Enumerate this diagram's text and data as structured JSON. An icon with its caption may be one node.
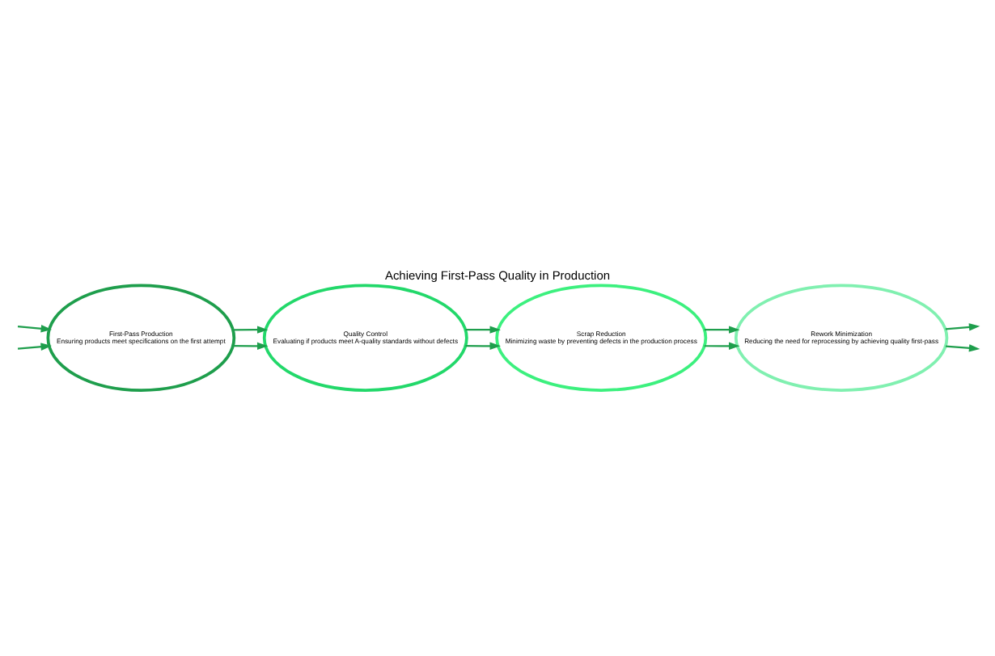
{
  "diagram": {
    "title": "Achieving First-Pass Quality in Production",
    "nodes": [
      {
        "text": [
          "First-Pass Production",
          "Ensuring products meet specifications on the first attempt"
        ]
      },
      {
        "text": [
          "Quality Control",
          "Evaluating if products meet A-quality standards without defects"
        ]
      },
      {
        "text": [
          "Scrap Reduction",
          "Minimizing waste by preventing defects in the production process"
        ]
      },
      {
        "text": [
          "Rework Minimization",
          "Reducing the need for reprocessing by achieving quality first-pass"
        ]
      }
    ],
    "edges": [
      {
        "from": null,
        "to": 0,
        "arrow": "to"
      },
      {
        "from": null,
        "to": 0,
        "arrow": "to"
      },
      {
        "from": 0,
        "to": 1,
        "arrow": "to"
      },
      {
        "from": 0,
        "to": 1,
        "arrow": "to"
      },
      {
        "from": 1,
        "to": 2,
        "arrow": "to"
      },
      {
        "from": 1,
        "to": 2,
        "arrow": "to"
      },
      {
        "from": 2,
        "to": 3,
        "arrow": "to"
      },
      {
        "from": 2,
        "to": 3,
        "arrow": "to"
      },
      {
        "from": 3,
        "to": null,
        "arrow": "to"
      },
      {
        "from": 3,
        "to": null,
        "arrow": "to"
      }
    ]
  }
}
